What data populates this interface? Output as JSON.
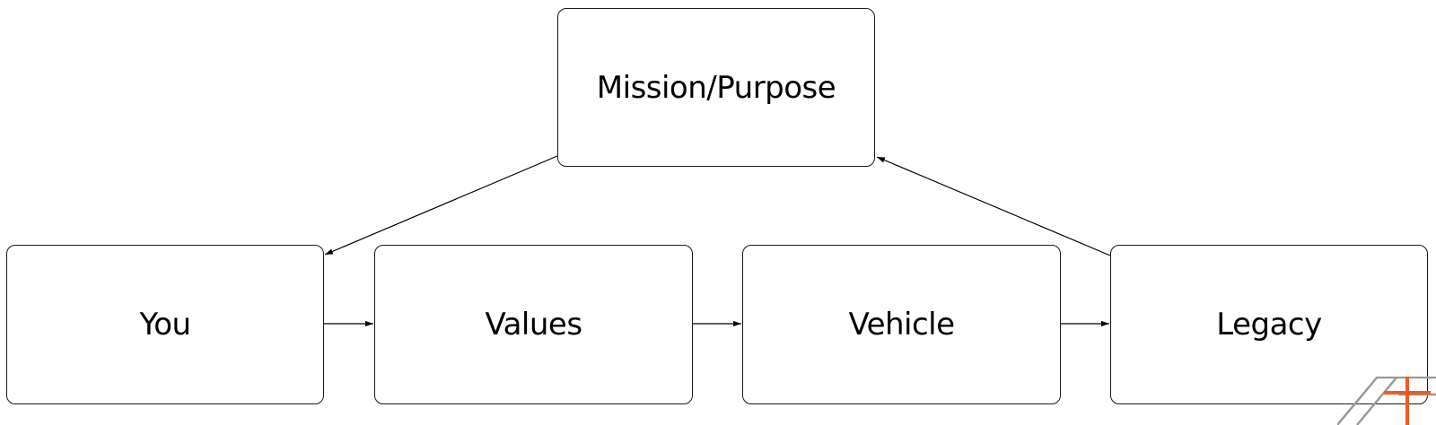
{
  "diagram": {
    "nodes": {
      "mission": "Mission/Purpose",
      "you": "You",
      "values": "Values",
      "vehicle": "Vehicle",
      "legacy": "Legacy"
    },
    "edges": [
      {
        "from": "mission",
        "to": "you"
      },
      {
        "from": "you",
        "to": "values"
      },
      {
        "from": "values",
        "to": "vehicle"
      },
      {
        "from": "vehicle",
        "to": "legacy"
      },
      {
        "from": "legacy",
        "to": "mission"
      }
    ]
  },
  "colors": {
    "box_border": "#1a1a1a",
    "arrow": "#000000",
    "logo_gray": "#9a9a9a",
    "logo_orange": "#f05a28"
  },
  "logo": {
    "icon": "plus-logo-icon"
  }
}
